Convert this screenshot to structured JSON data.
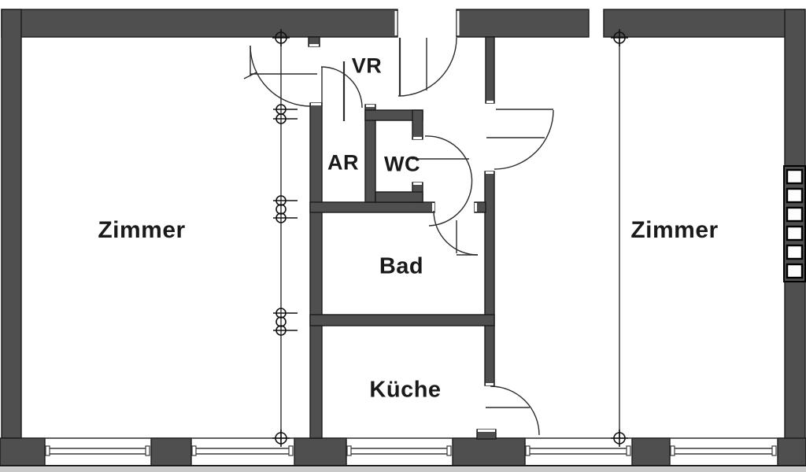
{
  "drawing": {
    "kind": "apartment-floor-plan"
  },
  "rooms": {
    "zimmer_left": {
      "label": "Zimmer"
    },
    "vr": {
      "label": "VR"
    },
    "ar": {
      "label": "AR"
    },
    "wc": {
      "label": "WC"
    },
    "bad": {
      "label": "Bad"
    },
    "kueche": {
      "label": "Küche"
    },
    "zimmer_right": {
      "label": "Zimmer"
    }
  },
  "colors": {
    "wall_fill": "#4f4f4f",
    "wall_outline": "#1a1a1a",
    "thin_line": "#2b2b2b",
    "background": "#ffffff",
    "footer_strip": "#c9c9c9",
    "label_text": "#1a1a1a"
  },
  "elements": {
    "radiator_segments": 6,
    "window_openings": 5,
    "door_swings": 7,
    "survey_markers": 4
  }
}
